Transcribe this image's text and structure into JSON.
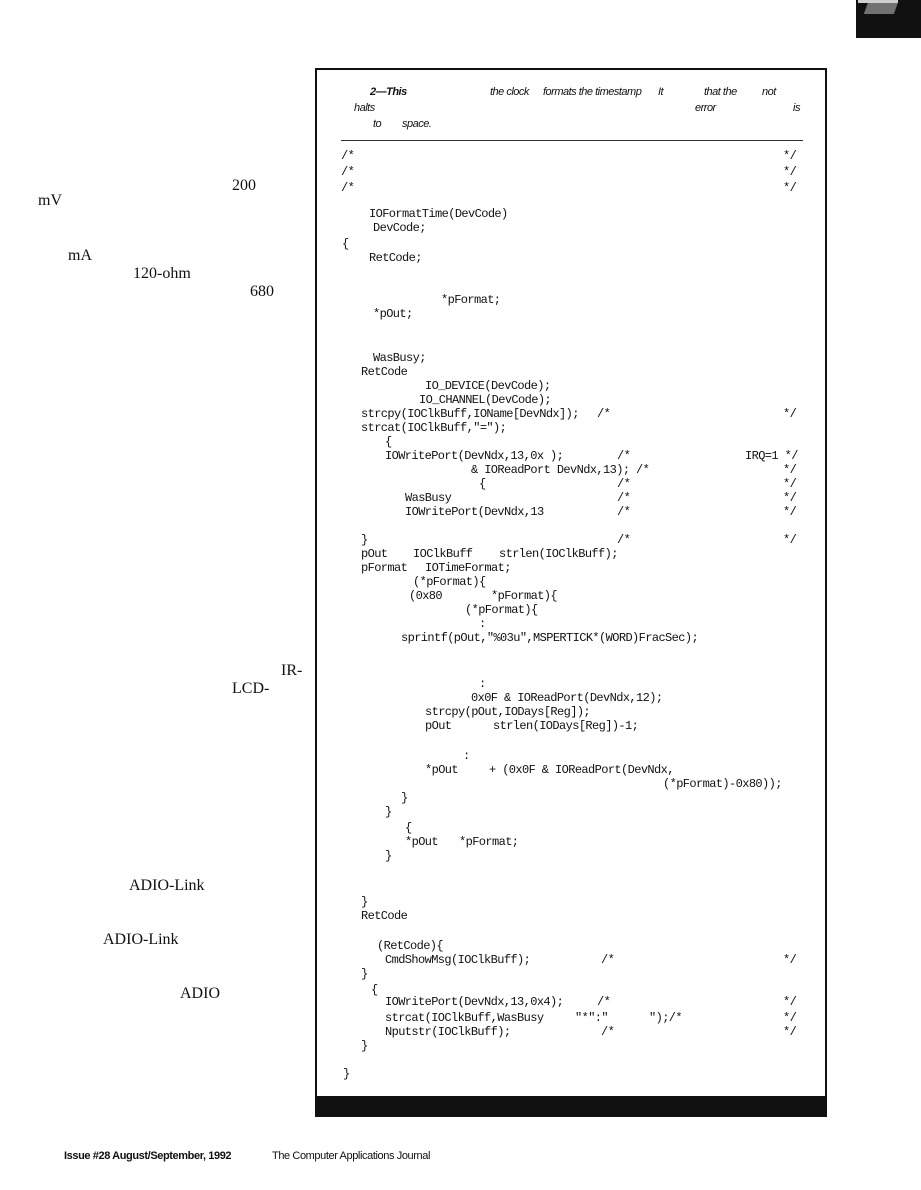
{
  "page": {
    "left_column": [
      "200",
      "mV",
      "mA",
      "120-ohm",
      "680",
      "IR-",
      "LCD-",
      "ADIO-Link",
      "ADIO-Link",
      "ADIO"
    ]
  },
  "listing": {
    "caption": [
      "2—This",
      "the clock",
      "formats the timestamp",
      "It",
      "that the",
      "not",
      "halts",
      "error",
      "is",
      "to",
      "space."
    ],
    "code_lines": [
      "/*",
      "*/",
      "/*",
      "*/",
      "/*",
      "*/",
      "IOFormatTime(DevCode)",
      "DevCode;",
      "{",
      "RetCode;",
      "*pFormat;",
      "*pOut;",
      "WasBusy;",
      "RetCode",
      "IO_DEVICE(DevCode);",
      "IO_CHANNEL(DevCode);",
      "strcpy(IOClkBuff,IOName[DevNdx]);",
      "/*",
      "*/",
      "strcat(IOClkBuff,\"=\");",
      "{",
      "IOWritePort(DevNdx,13,0x );",
      "/*",
      "IRQ=1 */",
      "& IOReadPort DevNdx,13); /*",
      "*/",
      "{",
      "/*",
      "*/",
      "WasBusy",
      "/*",
      "*/",
      "IOWritePort(DevNdx,13",
      "/*",
      "*/",
      "}",
      "/*",
      "*/",
      "pOut",
      "IOClkBuff",
      "strlen(IOClkBuff);",
      "pFormat",
      "IOTimeFormat;",
      "(*pFormat){",
      "(0x80",
      "*pFormat){",
      "(*pFormat){",
      ":",
      "sprintf(pOut,\"%03u\",MSPERTICK*(WORD)FracSec);",
      ":",
      "0x0F & IOReadPort(DevNdx,12);",
      "strcpy(pOut,IODays[Reg]);",
      "pOut",
      "strlen(IODays[Reg])-1;",
      ":",
      "*pOut",
      "+ (0x0F & IOReadPort(DevNdx,",
      "(*pFormat)-0x80));",
      "}",
      "}",
      "{",
      "*pOut",
      "*pFormat;",
      "}",
      "}",
      "RetCode",
      "(RetCode){",
      "CmdShowMsg(IOClkBuff);",
      "/*",
      "*/",
      "}",
      "{",
      "IOWritePort(DevNdx,13,0x4);",
      "/*",
      "*/",
      "strcat(IOClkBuff,WasBusy",
      "\"*\":\"",
      "\");/*",
      "*/",
      "Nputstr(IOClkBuff);",
      "/*",
      "*/",
      "}",
      "}"
    ]
  },
  "footer": {
    "issue": "Issue #28 August/September, 1992",
    "journal": "The Computer Applications Journal"
  }
}
